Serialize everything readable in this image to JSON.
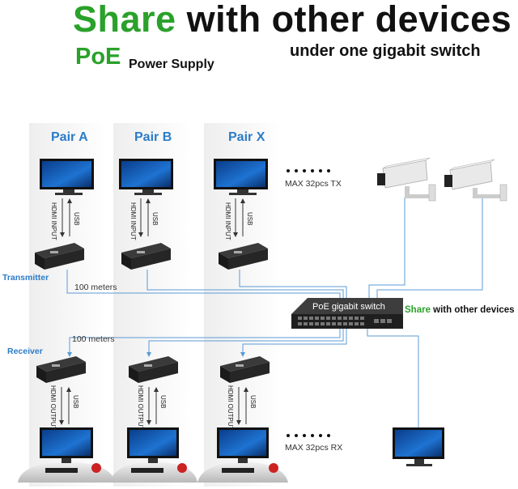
{
  "header": {
    "title_green": "Share",
    "title_rest": "with other devices",
    "poe": "PoE",
    "power_supply": "Power Supply",
    "subtitle": "under one gigabit switch"
  },
  "pairs": [
    {
      "label": "Pair A"
    },
    {
      "label": "Pair B"
    },
    {
      "label": "Pair X"
    }
  ],
  "tx_port_labels": {
    "hdmi": "HDMI INPUT",
    "usb": "USB"
  },
  "rx_port_labels": {
    "hdmi": "HDMI OUTPUT",
    "usb": "USB"
  },
  "max_tx": "MAX 32pcs TX",
  "max_rx": "MAX 32pcs RX",
  "transmitter_label": "Transmitter",
  "receiver_label": "Receiver",
  "distance_tx": "100 meters",
  "distance_rx": "100 meters",
  "switch_label": "PoE gigabit switch",
  "share_green": "Share",
  "share_rest": "with other devices",
  "colors": {
    "green": "#2aa12a",
    "blue": "#2b7cc8",
    "line": "#5b9bd5",
    "dark": "#111111"
  }
}
